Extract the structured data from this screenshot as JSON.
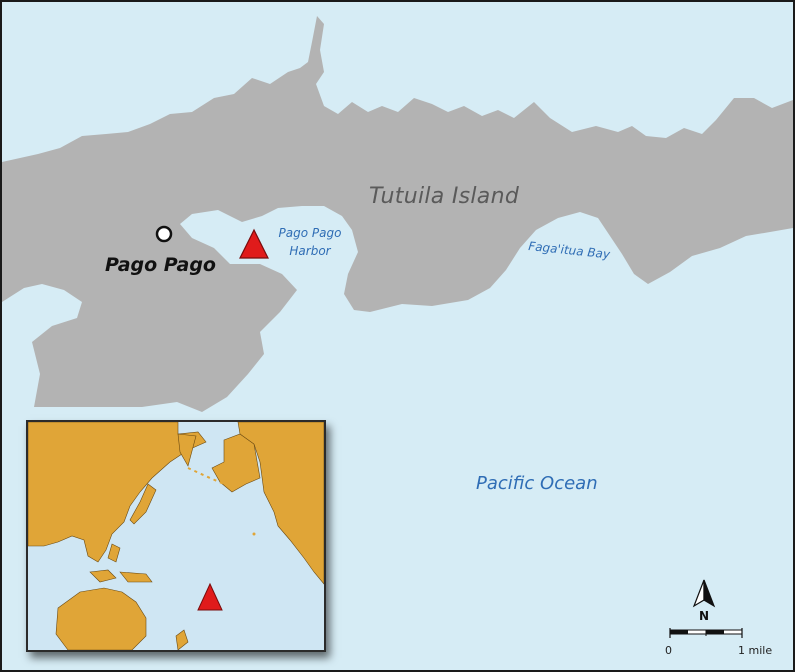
{
  "map": {
    "island_label": "Tutuila Island",
    "town_label": "Pago Pago",
    "harbor_label": "Pago Pago Harbor",
    "bay_label": "Faga'itua Bay",
    "ocean_label": "Pacific Ocean"
  },
  "north_arrow": {
    "label": "N"
  },
  "scale_bar": {
    "zero_label": "0",
    "end_label": "1 mile"
  },
  "colors": {
    "water": "#d6ecf5",
    "land": "#b3b3b3",
    "inset_land": "#e0a537",
    "inset_water": "#cfe6f3",
    "marker": "#e01b1b",
    "label_blue": "#2f6db5"
  },
  "markers": [
    {
      "name": "town",
      "icon": "circle-icon"
    },
    {
      "name": "site",
      "icon": "triangle-icon"
    }
  ]
}
